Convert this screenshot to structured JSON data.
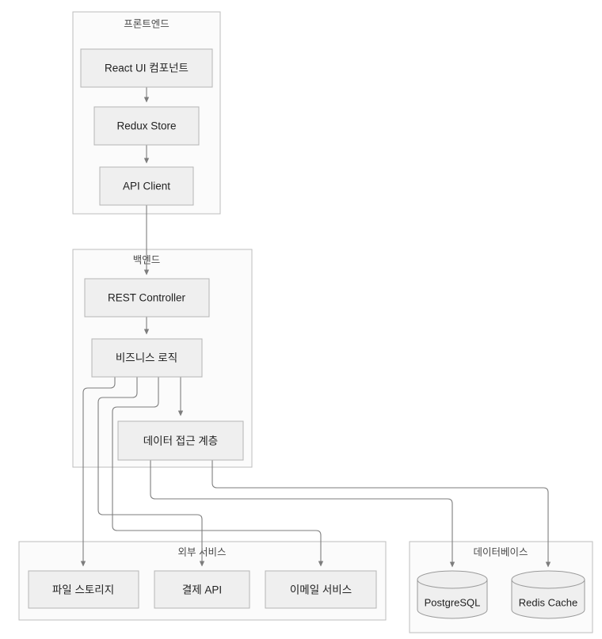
{
  "diagram": {
    "type": "flowchart",
    "direction": "top-down",
    "background_color": "#ffffff",
    "node_fill_color": "#efefef",
    "node_border_color": "#b4b4b4",
    "cluster_fill_color": "#fbfbfb",
    "cluster_border_color": "#bdbdbd",
    "edge_color": "#7d7d7d",
    "clusters": [
      {
        "id": "frontend",
        "label": "프론트엔드"
      },
      {
        "id": "backend",
        "label": "백엔드"
      },
      {
        "id": "external",
        "label": "외부 서비스"
      },
      {
        "id": "database",
        "label": "데이터베이스"
      }
    ],
    "nodes": [
      {
        "id": "react-ui",
        "label": "React UI 컴포넌트",
        "shape": "rect",
        "cluster": "frontend"
      },
      {
        "id": "redux-store",
        "label": "Redux Store",
        "shape": "rect",
        "cluster": "frontend"
      },
      {
        "id": "api-client",
        "label": "API Client",
        "shape": "rect",
        "cluster": "frontend"
      },
      {
        "id": "rest-controller",
        "label": "REST Controller",
        "shape": "rect",
        "cluster": "backend"
      },
      {
        "id": "business-logic",
        "label": "비즈니스 로직",
        "shape": "rect",
        "cluster": "backend"
      },
      {
        "id": "data-access",
        "label": "데이터 접근 계층",
        "shape": "rect",
        "cluster": "backend"
      },
      {
        "id": "file-storage",
        "label": "파일 스토리지",
        "shape": "rect",
        "cluster": "external"
      },
      {
        "id": "payment-api",
        "label": "결제 API",
        "shape": "rect",
        "cluster": "external"
      },
      {
        "id": "email-service",
        "label": "이메일 서비스",
        "shape": "rect",
        "cluster": "external"
      },
      {
        "id": "postgresql",
        "label": "PostgreSQL",
        "shape": "cylinder",
        "cluster": "database"
      },
      {
        "id": "redis-cache",
        "label": "Redis Cache",
        "shape": "cylinder",
        "cluster": "database"
      }
    ],
    "edges": [
      {
        "from": "react-ui",
        "to": "redux-store"
      },
      {
        "from": "redux-store",
        "to": "api-client"
      },
      {
        "from": "api-client",
        "to": "rest-controller"
      },
      {
        "from": "rest-controller",
        "to": "business-logic"
      },
      {
        "from": "business-logic",
        "to": "data-access"
      },
      {
        "from": "business-logic",
        "to": "file-storage"
      },
      {
        "from": "business-logic",
        "to": "payment-api"
      },
      {
        "from": "business-logic",
        "to": "email-service"
      },
      {
        "from": "data-access",
        "to": "postgresql"
      },
      {
        "from": "data-access",
        "to": "redis-cache"
      }
    ]
  }
}
